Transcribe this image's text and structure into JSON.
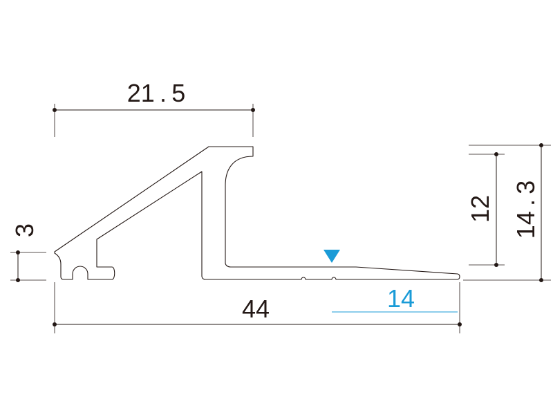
{
  "dimensions": {
    "top_width": "21 . 5",
    "overall_width": "44",
    "flange_width": "14",
    "left_height": "3",
    "ramp_height": "12",
    "total_height": "14 . 3"
  },
  "colors": {
    "ink": "#231815",
    "accent": "#1a9bd7"
  },
  "marker": "down-triangle-marker"
}
